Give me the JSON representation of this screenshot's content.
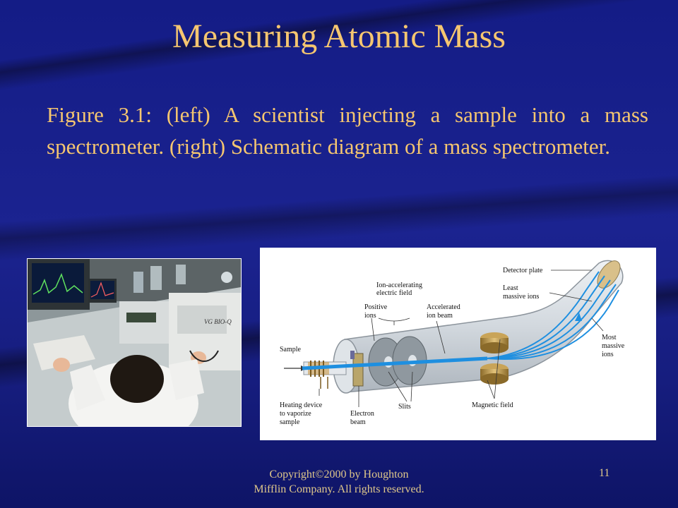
{
  "slide": {
    "title": "Measuring Atomic Mass",
    "caption": "Figure 3.1:  (left) A scientist injecting a sample into a mass spectrometer. (right) Schematic diagram of a mass spectrometer.",
    "footer": {
      "copyright_line1": "Copyright©2000 by Houghton",
      "copyright_line2": "Mifflin Company. All rights reserved.",
      "page_number": "11"
    }
  },
  "photo": {
    "instrument_label": "VG BIO-Q"
  },
  "diagram": {
    "labels": {
      "detector_plate": "Detector plate",
      "ion_accelerating_1": "Ion-accelerating",
      "ion_accelerating_2": "electric field",
      "least_massive_1": "Least",
      "least_massive_2": "massive ions",
      "positive_1": "Positive",
      "positive_2": "ions",
      "accelerated_1": "Accelerated",
      "accelerated_2": "ion beam",
      "sample": "Sample",
      "most_massive_1": "Most",
      "most_massive_2": "massive",
      "most_massive_3": "ions",
      "heating_1": "Heating device",
      "heating_2": "to vaporize",
      "heating_3": "sample",
      "electron_1": "Electron",
      "electron_2": "beam",
      "slits": "Slits",
      "magnetic_field": "Magnetic field"
    }
  },
  "colors": {
    "title": "#f5c670",
    "background": "#161d84",
    "beam": "#1e8fe0"
  }
}
